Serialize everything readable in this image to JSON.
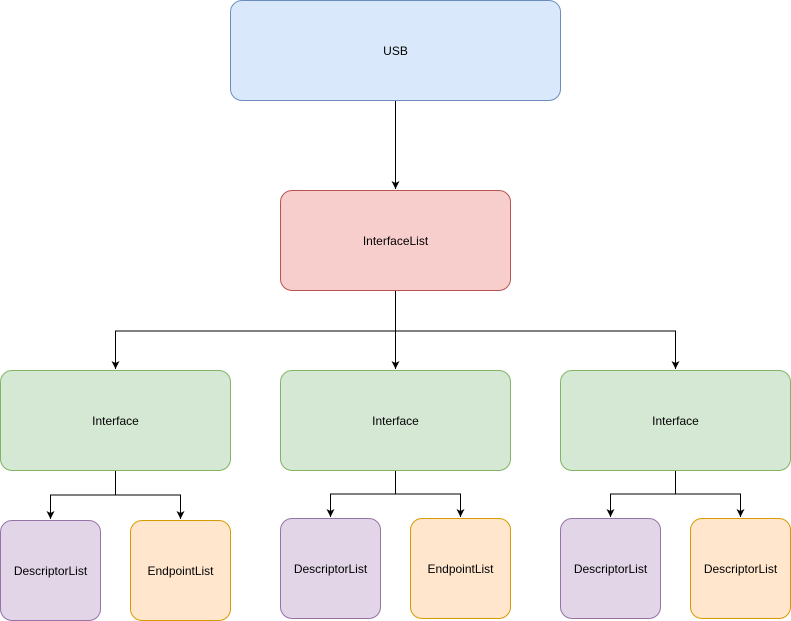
{
  "nodes": {
    "usb": "USB",
    "interface_list": "InterfaceList",
    "interfaces": [
      "Interface",
      "Interface",
      "Interface"
    ],
    "children": [
      [
        "DescriptorList",
        "EndpointList"
      ],
      [
        "DescriptorList",
        "EndpointList"
      ],
      [
        "DescriptorList",
        "DescriptorList"
      ]
    ]
  },
  "colors": {
    "blue_fill": "#dae8fc",
    "blue_stroke": "#6c8ebf",
    "red_fill": "#f8cecc",
    "red_stroke": "#b85450",
    "green_fill": "#d5e8d4",
    "green_stroke": "#82b366",
    "purple_fill": "#e1d5e7",
    "purple_stroke": "#9673a6",
    "orange_fill": "#ffe6cc",
    "orange_stroke": "#d79b00",
    "edge": "#000000"
  }
}
